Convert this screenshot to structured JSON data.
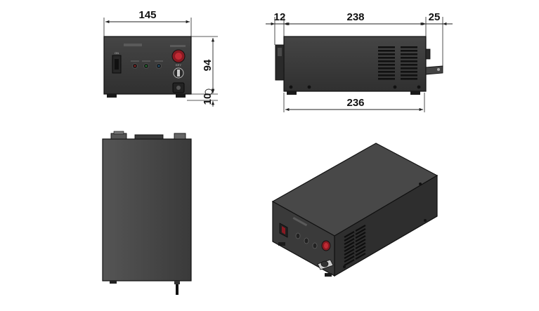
{
  "drawing": {
    "front_view": {
      "width_label": "145",
      "height_label": "94",
      "foot_label": "10"
    },
    "side_view": {
      "offset_left_label": "12",
      "length_label": "238",
      "offset_right_label": "25",
      "bottom_length_label": "236"
    }
  },
  "colors": {
    "body": "#3c3c3c",
    "body_dark": "#2a2a2a",
    "outline": "#111111",
    "top_face": "#4a4a4a",
    "side_face": "#2f2f2f",
    "switch_red": "#b0202a",
    "dimension_line": "#222222"
  },
  "icons": [
    "power-switch-icon",
    "key-switch-icon",
    "indicator-led-icon",
    "bnc-connector-icon",
    "ventilation-grille-icon",
    "mounting-screw-icon"
  ]
}
